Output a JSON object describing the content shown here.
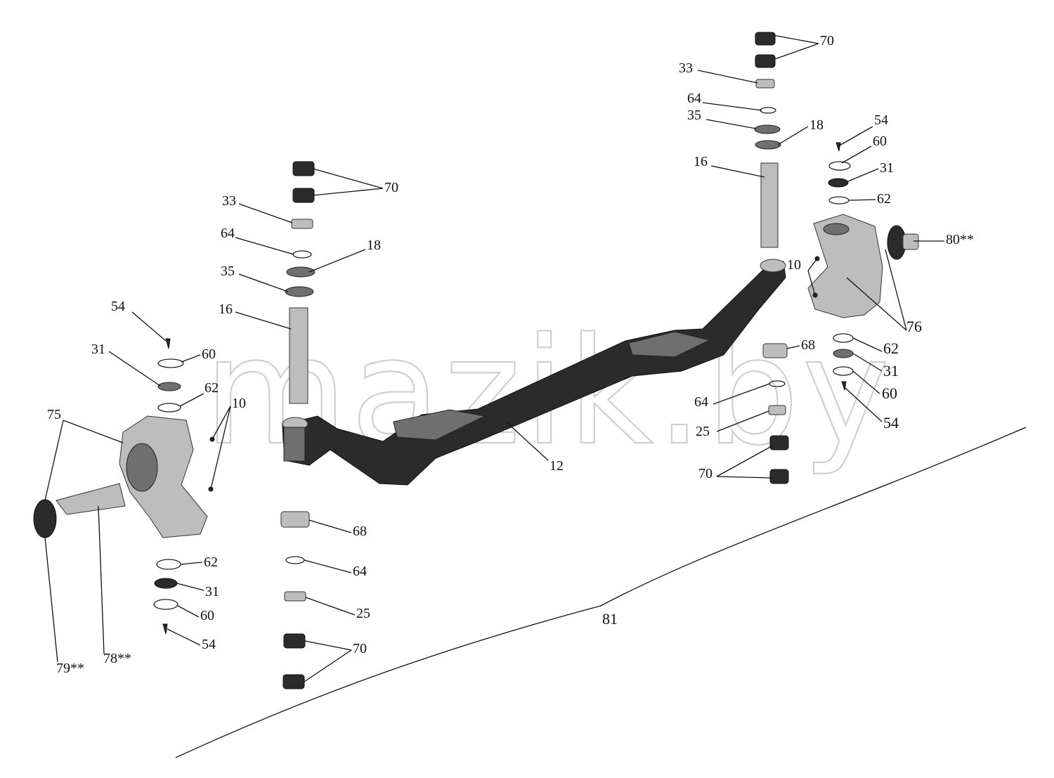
{
  "watermark": "mazik.by",
  "labels": {
    "l70_tr": "70",
    "l33_tr": "33",
    "l64_tr": "64",
    "l35_tr": "35",
    "l18_tr": "18",
    "l16_tr": "16",
    "l54_r": "54",
    "l60_r": "60",
    "l31_r": "31",
    "l62_r": "62",
    "l80": "80**",
    "l10_r": "10",
    "l76": "76",
    "l68_r": "68",
    "l62_r2": "62",
    "l31_r2": "31",
    "l60_r2": "60",
    "l54_r2": "54",
    "l64_r2": "64",
    "l25_r": "25",
    "l70_r2": "70",
    "l70_tl": "70",
    "l33_tl": "33",
    "l64_tl": "64",
    "l18_tl": "18",
    "l35_tl": "35",
    "l16_tl": "16",
    "l54_l": "54",
    "l31_l": "31",
    "l60_l": "60",
    "l62_l": "62",
    "l10_l": "10",
    "l75": "75",
    "l12": "12",
    "l68_l": "68",
    "l64_l2": "64",
    "l25_l": "25",
    "l70_bl": "70",
    "l62_bl": "62",
    "l31_bl": "31",
    "l60_bl": "60",
    "l54_bl": "54",
    "l79": "79**",
    "l78": "78**",
    "l81": "81"
  }
}
